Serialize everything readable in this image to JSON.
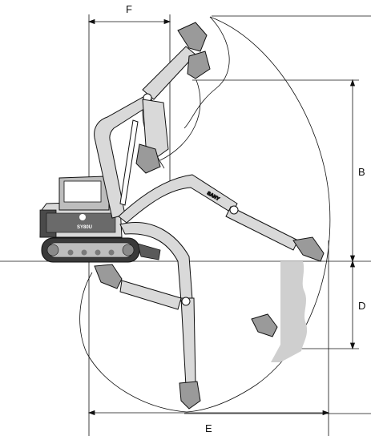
{
  "labels": {
    "F": "F",
    "B": "B",
    "D": "D",
    "E": "E"
  },
  "machine": {
    "cab_brand": "SY80U",
    "boom_brand": "SANY"
  },
  "colors": {
    "line": "#111111",
    "body_light": "#d9d9d9",
    "body_mid": "#bdbdbd",
    "body_dark": "#3a3a3a",
    "wall": "#cfcfcf"
  }
}
